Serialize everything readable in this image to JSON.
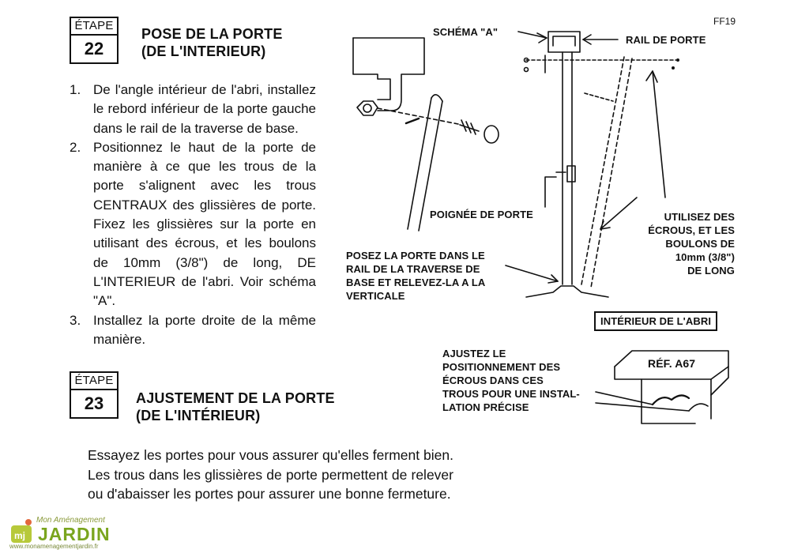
{
  "header": {
    "ref_code": "FF19"
  },
  "step22": {
    "label": "ÉTAPE",
    "number": "22",
    "title_line1": "POSE DE LA PORTE",
    "title_line2": "(DE L'INTERIEUR)",
    "items": [
      {
        "num": "1.",
        "text": "De l'angle intérieur de l'abri, installez le rebord inférieur de la porte gauche dans le rail de la traverse de base."
      },
      {
        "num": "2.",
        "text": "Positionnez le haut de la porte de manière à ce que les trous de la porte s'alignent avec les trous CENTRAUX des glissières de porte. Fixez les glissières sur la porte en utilisant des écrous, et les boulons de 10mm (3/8\") de long, DE L'INTERIEUR de l'abri. Voir schéma \"A\"."
      },
      {
        "num": "3.",
        "text": "Installez la porte droite de la même manière."
      }
    ]
  },
  "step23": {
    "label": "ÉTAPE",
    "number": "23",
    "title_line1": "AJUSTEMENT DE LA PORTE",
    "title_line2": "(DE L'INTÉRIEUR)",
    "paragraph": "Essayez les portes pour vous assurer qu'elles ferment bien. Les trous dans les glissières de porte permettent de relever ou d'abaisser les portes pour assurer une bonne fermeture."
  },
  "diagram": {
    "schema_label": "SCHÉMA \"A\"",
    "rail_label": "RAIL DE PORTE",
    "handle_label": "POIGNÉE DE PORTE",
    "bolts_label_lines": [
      "UTILISEZ DES",
      "ÉCROUS, ET LES",
      "BOULONS DE",
      "10mm (3/8\")",
      "DE LONG"
    ],
    "place_label_lines": [
      "POSEZ LA PORTE DANS LE",
      "RAIL DE LA TRAVERSE DE",
      "BASE ET RELEVEZ-LA A LA",
      "VERTICALE"
    ],
    "interior_label": "INTÉRIEUR DE L'ABRI",
    "adjust_label_lines": [
      "AJUSTEZ LE",
      "POSITIONNEMENT DES",
      "ÉCROUS DANS CES",
      "TROUS POUR UNE INSTAL-",
      "LATION PRÉCISE"
    ],
    "ref_label": "RÉF. A67"
  },
  "logo": {
    "tagline": "Mon Aménagement",
    "brand": "JARDIN",
    "url": "www.monamenagementjardin.fr",
    "brand_color": "#7aa51e"
  }
}
